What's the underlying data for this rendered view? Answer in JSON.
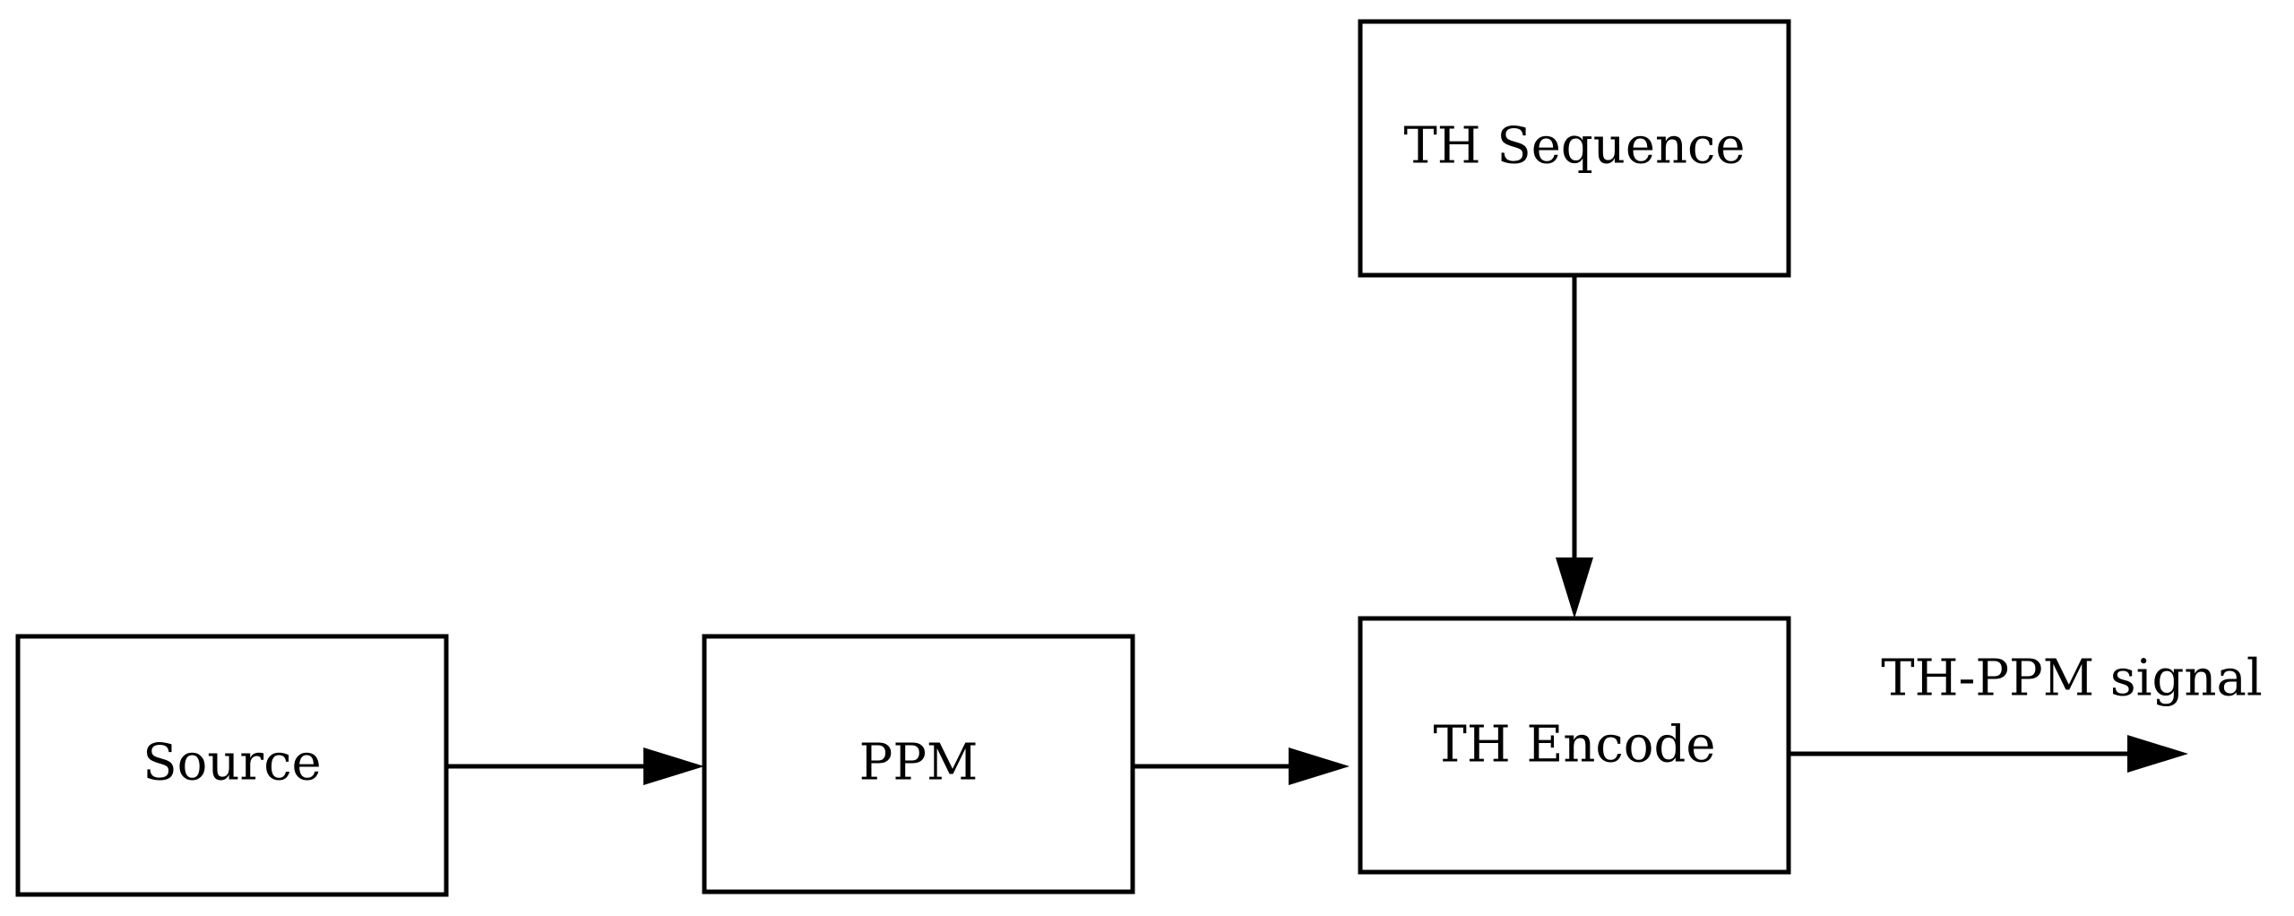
{
  "diagram": {
    "blocks": {
      "source": "Source",
      "ppm": "PPM",
      "th_sequence": "TH Sequence",
      "th_encode": "TH Encode"
    },
    "output_label": "TH-PPM signal",
    "connections": [
      {
        "from": "source",
        "to": "ppm"
      },
      {
        "from": "ppm",
        "to": "th_encode"
      },
      {
        "from": "th_sequence",
        "to": "th_encode"
      },
      {
        "from": "th_encode",
        "to": "output"
      }
    ],
    "colors": {
      "stroke": "#000000",
      "background": "#ffffff"
    }
  }
}
